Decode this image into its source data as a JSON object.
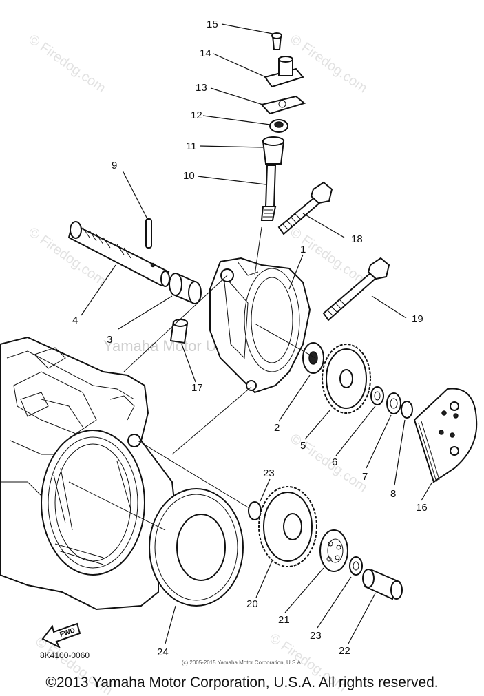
{
  "callouts": {
    "c1": "1",
    "c2": "2",
    "c3": "3",
    "c4": "4",
    "c5": "5",
    "c6": "6",
    "c7": "7",
    "c8": "8",
    "c9": "9",
    "c10": "10",
    "c11": "11",
    "c12": "12",
    "c13": "13",
    "c14": "14",
    "c15": "15",
    "c16": "16",
    "c17": "17",
    "c18": "18",
    "c19": "19",
    "c20": "20",
    "c21": "21",
    "c22": "22",
    "c23a": "23",
    "c23b": "23",
    "c24": "24"
  },
  "fwd_label": "FWD",
  "diagram_code": "8K4100-0060",
  "watermarks": {
    "firedog": "© Firedog.com",
    "yamaha": "Yamaha Motor U.S.A."
  },
  "small_copyright": "(c) 2005-2015 Yamaha Motor Corporation, U.S.A.",
  "copyright": "©2013 Yamaha Motor Corporation, U.S.A. All rights reserved."
}
